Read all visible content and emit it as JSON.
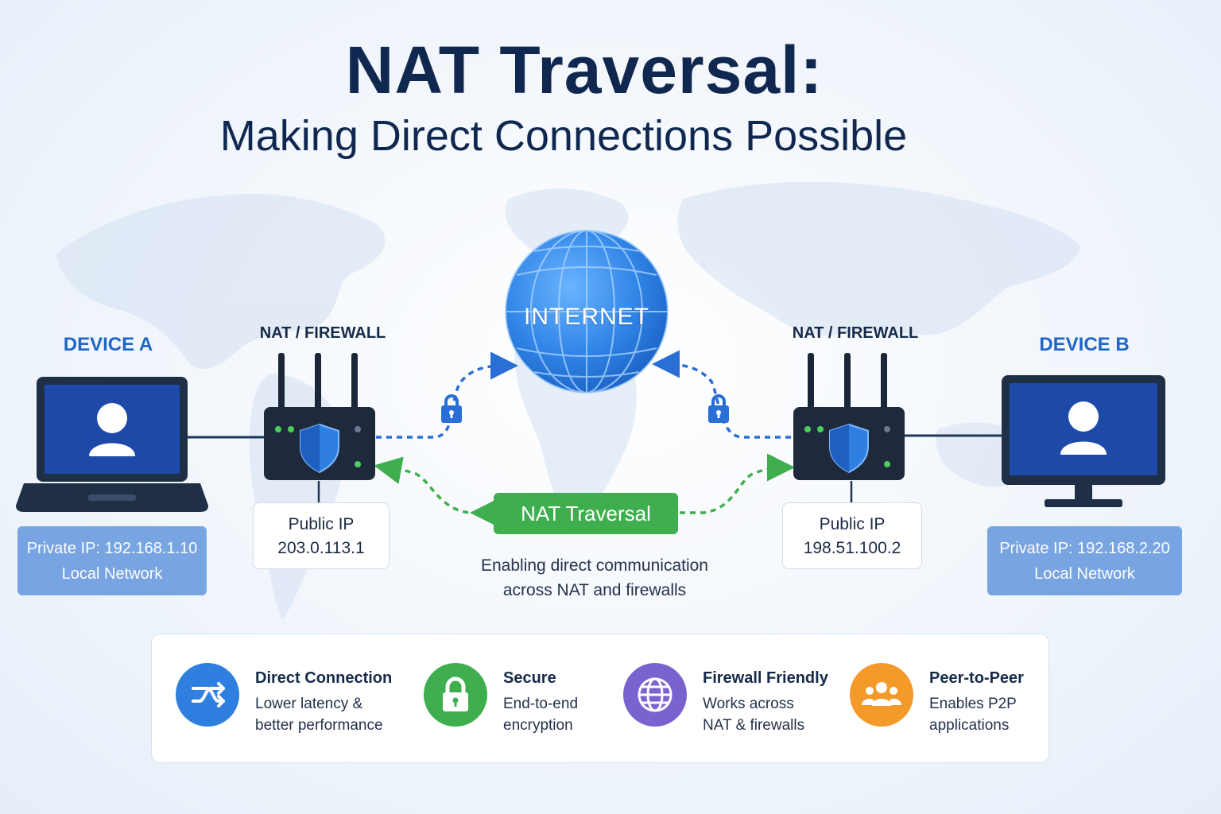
{
  "header": {
    "title": "NAT Traversal:",
    "subtitle": "Making Direct Connections Possible"
  },
  "internet": {
    "label": "INTERNET"
  },
  "device_a": {
    "label": "DEVICE A",
    "private_ip": "Private IP: 192.168.1.10",
    "network": "Local Network"
  },
  "device_b": {
    "label": "DEVICE B",
    "private_ip": "Private IP: 192.168.2.20",
    "network": "Local Network"
  },
  "nat_a": {
    "label": "NAT / FIREWALL",
    "public_ip_label": "Public IP",
    "public_ip": "203.0.113.1"
  },
  "nat_b": {
    "label": "NAT / FIREWALL",
    "public_ip_label": "Public IP",
    "public_ip": "198.51.100.2"
  },
  "traversal": {
    "label": "NAT Traversal",
    "caption_line1": "Enabling direct communication",
    "caption_line2": "across NAT and firewalls"
  },
  "features": [
    {
      "title": "Direct Connection",
      "line1": "Lower latency &",
      "line2": "better performance",
      "icon": "arrows-exchange-icon",
      "color": "#2f7fe0"
    },
    {
      "title": "Secure",
      "line1": "End-to-end",
      "line2": "encryption",
      "icon": "padlock-icon",
      "color": "#3fae4f"
    },
    {
      "title": "Firewall Friendly",
      "line1": "Works across",
      "line2": "NAT & firewalls",
      "icon": "globe-icon",
      "color": "#7b63cf"
    },
    {
      "title": "Peer-to-Peer",
      "line1": "Enables P2P",
      "line2": "applications",
      "icon": "users-group-icon",
      "color": "#f39a2b"
    }
  ],
  "colors": {
    "accent_blue": "#1f66c7",
    "traversal_green": "#3fae4f",
    "title_navy": "#10284f",
    "private_box": "#6e9ee0"
  }
}
